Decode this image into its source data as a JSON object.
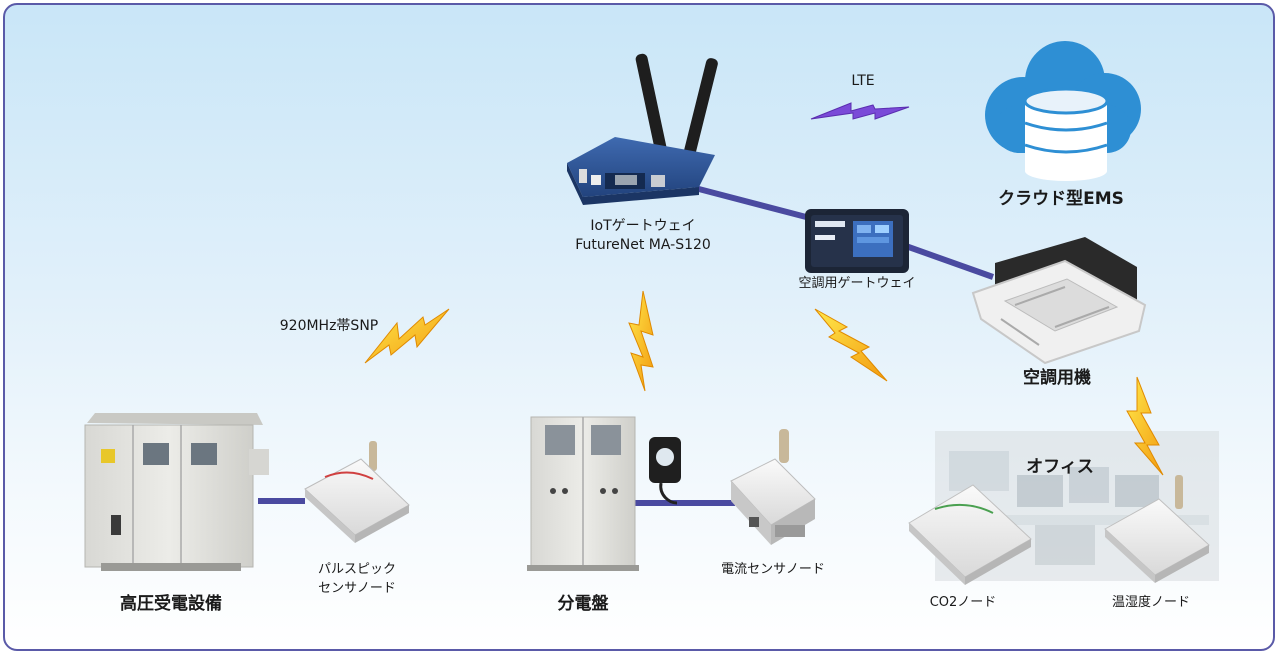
{
  "labels": {
    "lte": "LTE",
    "cloud_ems": "クラウド型EMS",
    "gateway_line1": "IoTゲートウェイ",
    "gateway_line2": "FutureNet MA-S120",
    "ac_gateway": "空調用ゲートウェイ",
    "snp": "920MHz帯SNP",
    "ac_unit": "空調用機",
    "office": "オフィス",
    "substation": "高圧受電設備",
    "pulse_line1": "パルスピック",
    "pulse_line2": "センサノード",
    "panel": "分電盤",
    "current_sensor": "電流センサノード",
    "co2": "CO2ノード",
    "temp_humid": "温湿度ノード"
  },
  "colors": {
    "link": "#4a4aa0",
    "lightning": "#f2a81d",
    "lte_bolt": "#7a4ad8",
    "cloud": "#2e8fd4",
    "frame": "#5a5aa8"
  }
}
